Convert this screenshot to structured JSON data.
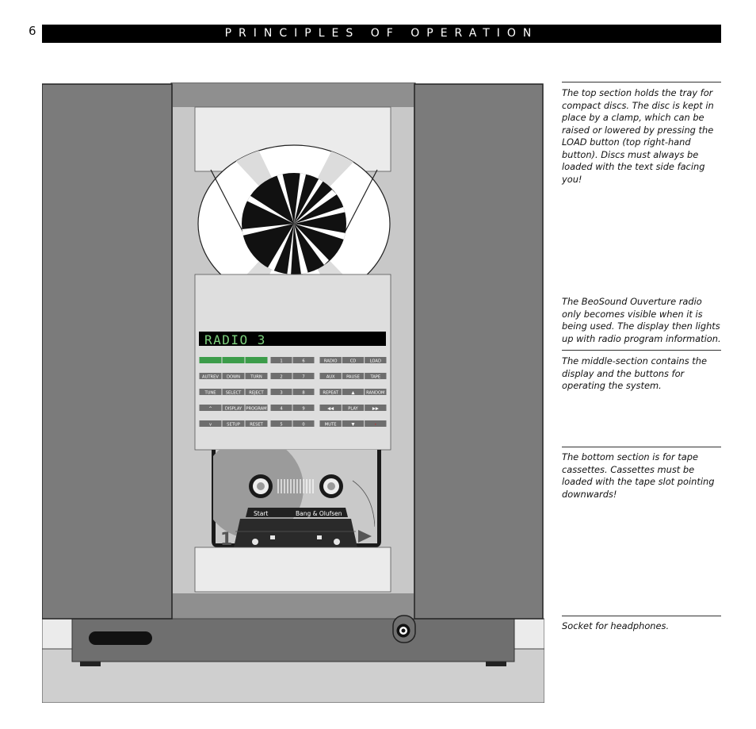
{
  "page": {
    "number": "6",
    "title": "PRINCIPLES OF OPERATION"
  },
  "device": {
    "display_text": "RADIO 3",
    "buttons": {
      "col1": [
        [
          "",
          "",
          ""
        ],
        [
          "AUTREV",
          "DOWN",
          "TURN"
        ],
        [
          "TUNE",
          "SELECT",
          "REJECT"
        ],
        [
          "^",
          "DISPLAY",
          "PROGRAM"
        ],
        [
          "v",
          "SETUP",
          "RESET"
        ]
      ],
      "col2": [
        [
          "1",
          "6"
        ],
        [
          "2",
          "7"
        ],
        [
          "3",
          "8"
        ],
        [
          "4",
          "9"
        ],
        [
          "5",
          "0"
        ]
      ],
      "col3": [
        [
          "RADIO",
          "CD",
          "LOAD"
        ],
        [
          "AUX",
          "PAUSE",
          "TAPE"
        ],
        [
          "REPEAT",
          "▲",
          "RANDOM"
        ],
        [
          "◀◀",
          "PLAY",
          "▶▶"
        ],
        [
          "MUTE",
          "▼",
          "•"
        ]
      ]
    },
    "cassette": {
      "label_left": "Start",
      "label_right": "Bang & Olufsen",
      "side_number": "1"
    }
  },
  "captions": [
    "The top section holds the tray for compact discs. The disc is kept in place by a clamp, which can be raised or lowered by pressing the LOAD button (top right-hand button). Discs must always be loaded with the text side facing you!",
    "The BeoSound Ouverture radio only becomes visible when it is being used. The display then lights up with radio program information.",
    "The middle-section contains the display and the buttons for operating the system.",
    "The bottom section is for tape cassettes. Cassettes must be loaded with the tape slot pointing downwards!",
    "Socket for headphones."
  ],
  "colors": {
    "header_bar": "#000000",
    "door_gray": "#7b7b7b",
    "frame_gray": "#8e8e8e",
    "display_bg": "#000000",
    "display_text": "#7ed17e",
    "indicator_green": "#3c9c4a",
    "red_dot": "#cc2a2a"
  }
}
